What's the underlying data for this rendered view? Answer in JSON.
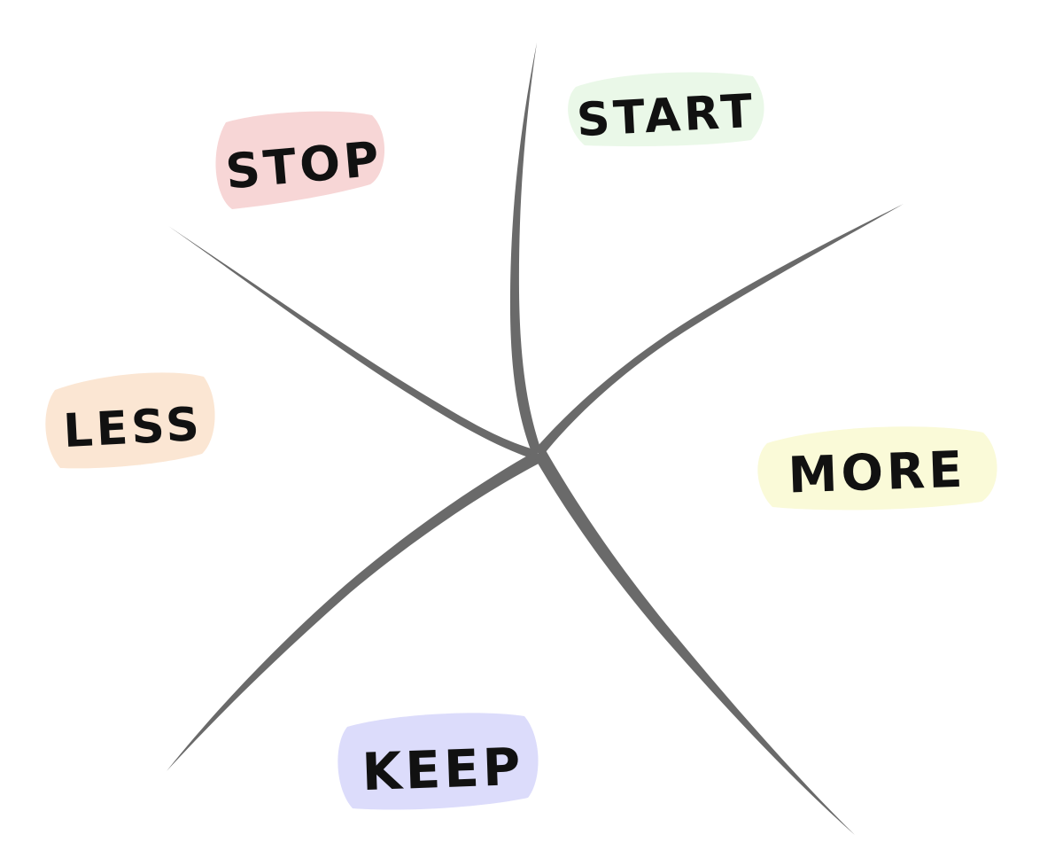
{
  "diagram": {
    "labels": {
      "stop": {
        "text": "STOP",
        "color": "#f7d6d6"
      },
      "start": {
        "text": "START",
        "color": "#eaf8e8"
      },
      "less": {
        "text": "LESS",
        "color": "#fbe6d3"
      },
      "more": {
        "text": "MORE",
        "color": "#fafad8"
      },
      "keep": {
        "text": "KEEP",
        "color": "#dcdcfb"
      }
    },
    "line_color": "#6a6a6a",
    "text_color": "#111111"
  }
}
